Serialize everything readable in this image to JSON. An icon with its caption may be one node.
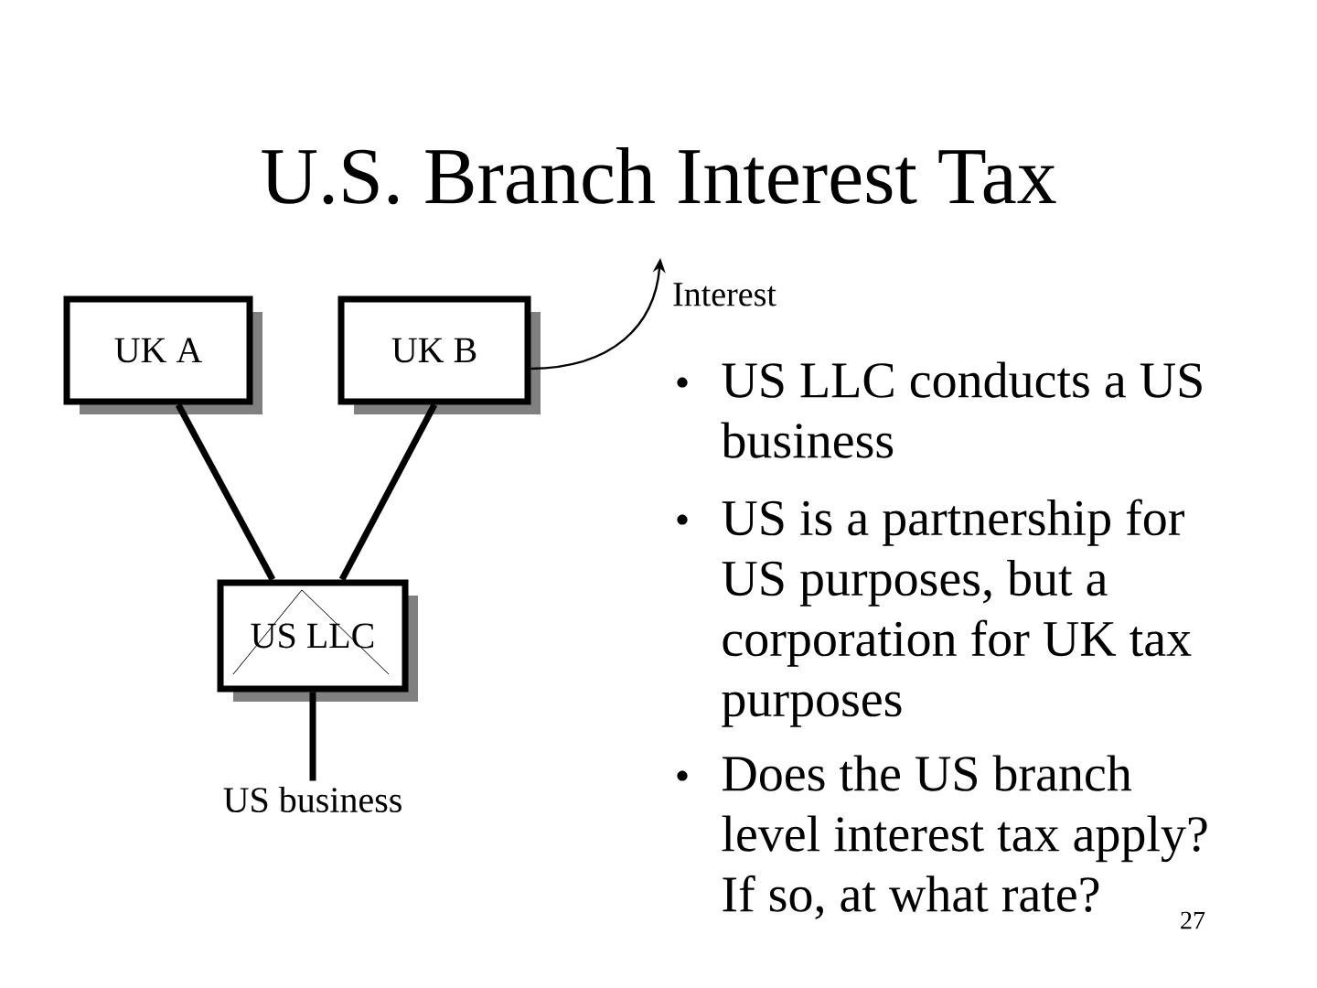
{
  "diagram": {
    "title": "U.S. Branch Interest Tax",
    "nodes": [
      {
        "text": [
          "UK A"
        ]
      },
      {
        "text": [
          "UK B"
        ]
      },
      {
        "text": [
          "US LLC"
        ]
      },
      {
        "text": [
          "US business"
        ]
      }
    ],
    "edges": [
      {
        "from": 0,
        "to": 2,
        "arrow": "none"
      },
      {
        "from": 1,
        "to": 2,
        "arrow": "none"
      },
      {
        "from": 2,
        "to": 3,
        "arrow": "none"
      },
      {
        "from": 1,
        "to": null,
        "arrow": "to",
        "label": "Interest"
      }
    ],
    "labels": [
      "US LLC conducts a US business",
      "US is a partnership for US purposes, but a corporation for UK tax purposes",
      "Does the US branch level interest tax apply? If so, at what rate?",
      "27"
    ]
  }
}
